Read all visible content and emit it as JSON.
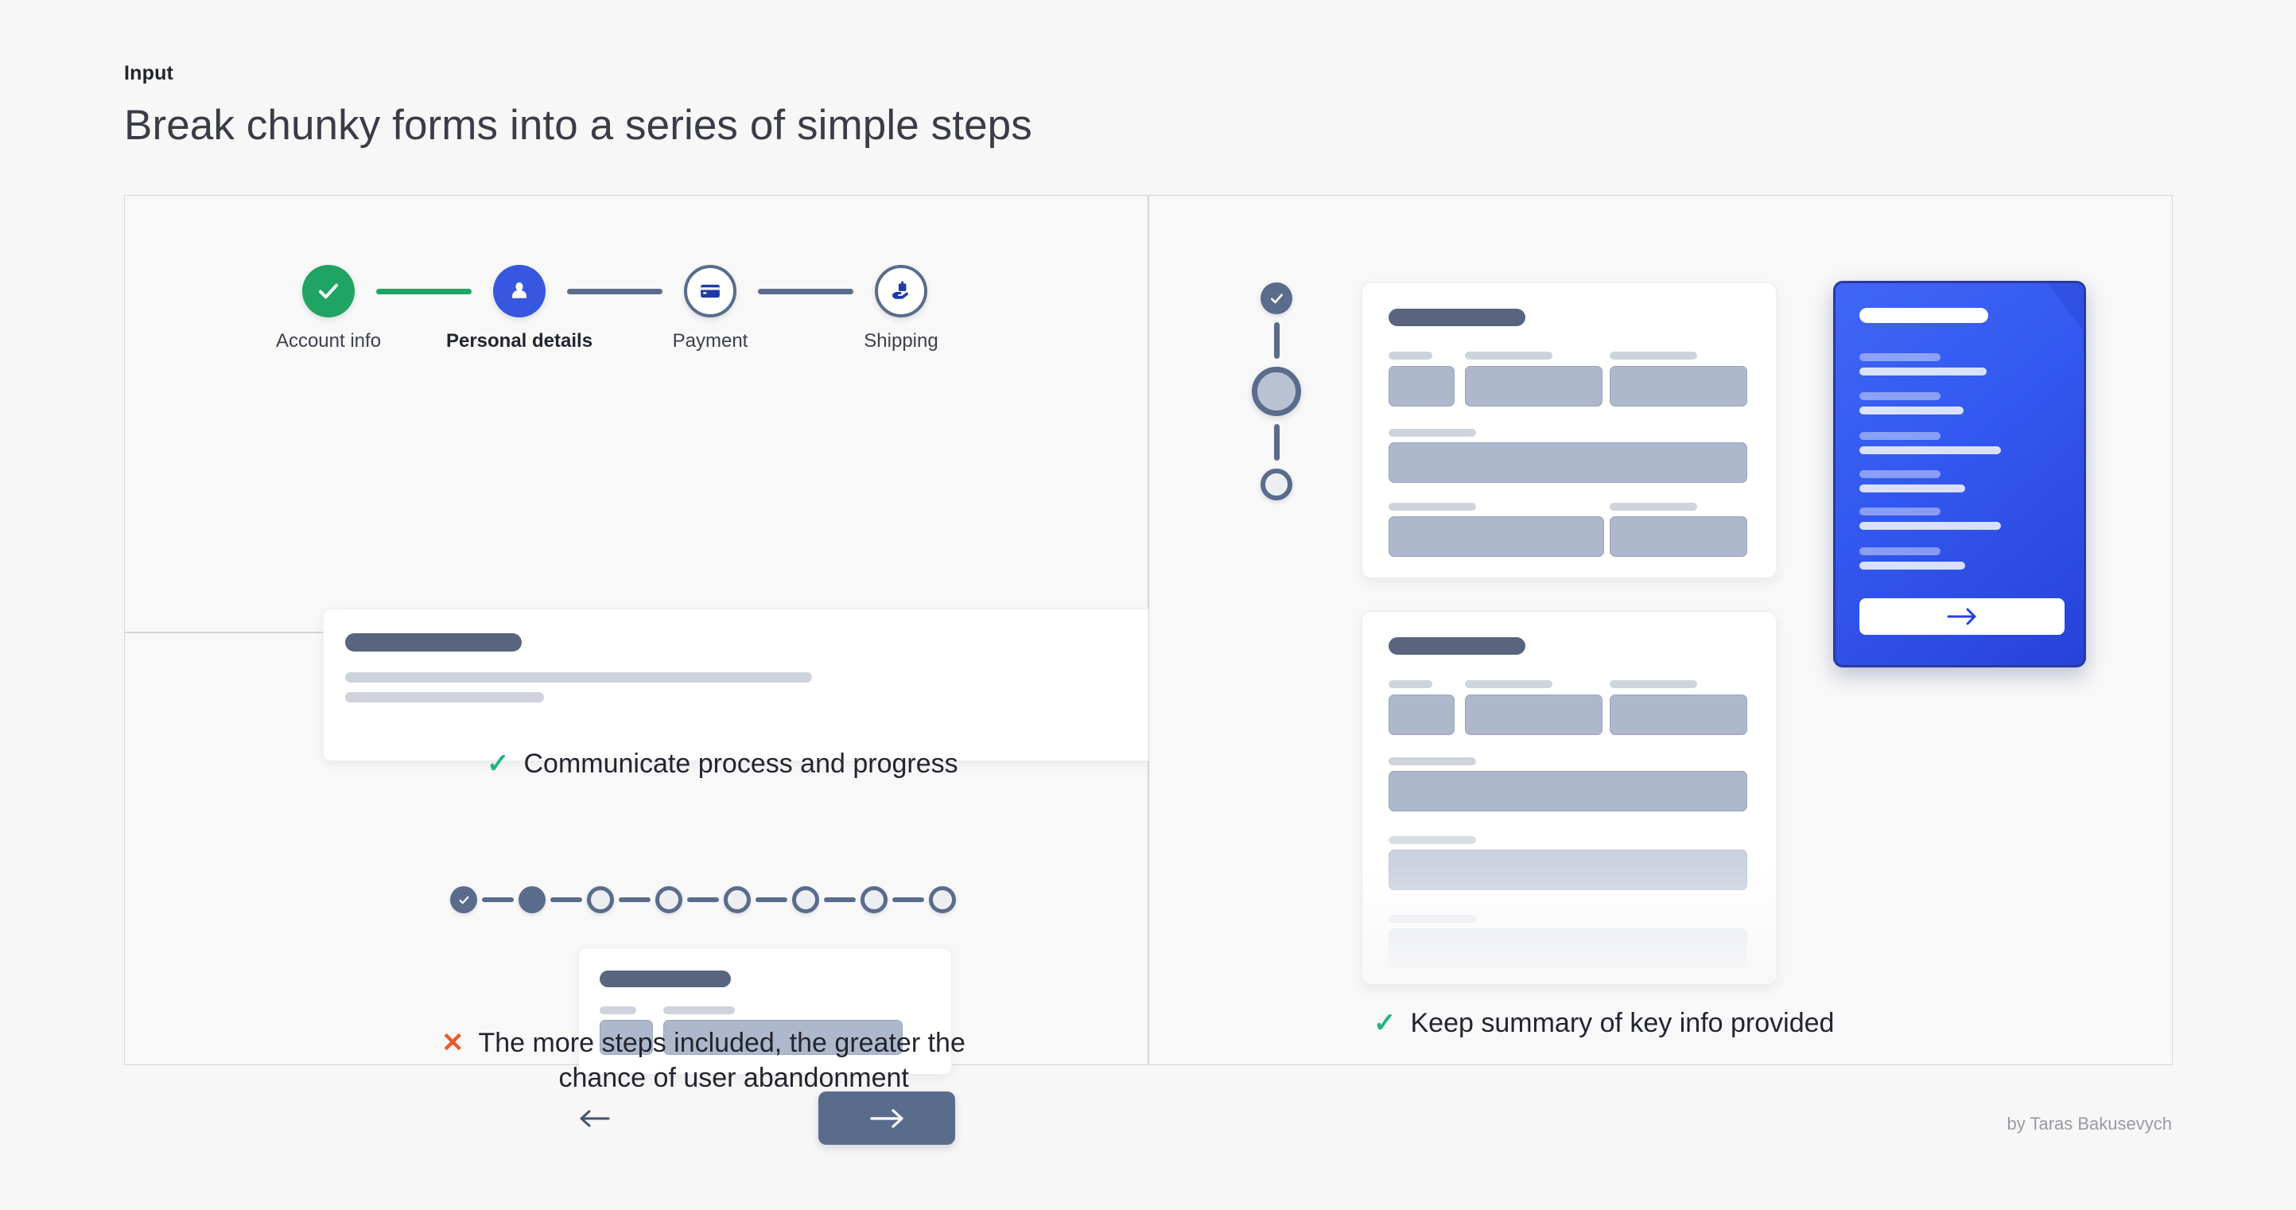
{
  "header": {
    "eyebrow": "Input",
    "title": "Break chunky forms into a series of simple steps"
  },
  "credit": "by Taras Bakusevych",
  "colors": {
    "page_bg": "#f7f7f7",
    "panel_border": "#d5d5d7",
    "done_green": "#1fa463",
    "active_blue": "#3757e0",
    "icon_blue": "#1e3aa8",
    "slate": "#5a6c8c",
    "check_teal": "#1fb584",
    "cross_orange": "#ea5b2a",
    "blue_card_from": "#4066f5",
    "blue_card_to": "#2742d8"
  },
  "left_panel": {
    "top": {
      "stepper": {
        "steps": [
          {
            "label": "Account info",
            "state": "done",
            "icon": "check-icon",
            "current": false
          },
          {
            "label": "Personal details",
            "state": "active",
            "icon": "person-icon",
            "current": true
          },
          {
            "label": "Payment",
            "state": "idle",
            "icon": "credit-card-icon",
            "current": false
          },
          {
            "label": "Shipping",
            "state": "idle",
            "icon": "package-in-hand-icon",
            "current": false
          }
        ],
        "connectors": [
          "green",
          "grey",
          "grey"
        ]
      },
      "caption": {
        "mark": "✓",
        "mark_type": "ok",
        "text": "Communicate process and progress"
      }
    },
    "bottom": {
      "dot_stepper": {
        "dots": [
          "done",
          "filled",
          "ring",
          "ring",
          "ring",
          "ring",
          "ring",
          "ring"
        ]
      },
      "back_label": "back-arrow",
      "next_label": "next-arrow",
      "caption": {
        "mark": "✕",
        "mark_type": "bad",
        "line1": "The more steps included, the greater the",
        "line2": "chance of user abandonment"
      }
    }
  },
  "right_panel": {
    "vstepper": {
      "dots": [
        "done",
        "active-large",
        "ring"
      ]
    },
    "caption": {
      "mark": "✓",
      "mark_type": "ok",
      "text": "Keep summary of key info provided"
    },
    "blue_card": {
      "rows": 6,
      "button_icon": "arrow-right-icon"
    }
  }
}
